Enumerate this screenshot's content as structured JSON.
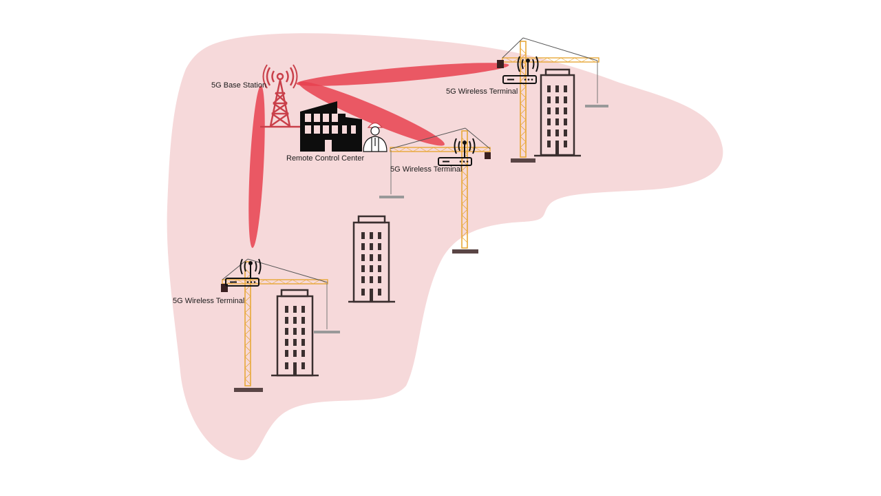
{
  "diagram": {
    "title": "5G Private Network Coverage for Remote Crane Control",
    "colors": {
      "coverage_area": "#f6d9da",
      "beam": "#e8414f",
      "tower": "#c9404a",
      "crane": "#e8a838",
      "building": "#3a2f2f",
      "terminal": "#1a1a1a"
    },
    "nodes": {
      "base_station": {
        "label": "5G Base Station",
        "icon": "cell-tower-icon"
      },
      "control_center": {
        "label": "Remote Control Center",
        "icon": "factory-building-icon",
        "operator_icon": "worker-helmet-icon"
      },
      "terminals": [
        {
          "label": "5G Wireless Terminal",
          "icon": "wireless-router-icon",
          "crane_icon": "tower-crane-icon"
        },
        {
          "label": "5G Wireless Terminal",
          "icon": "wireless-router-icon",
          "crane_icon": "tower-crane-icon"
        },
        {
          "label": "5G Wireless Terminal",
          "icon": "wireless-router-icon",
          "crane_icon": "tower-crane-icon"
        }
      ]
    },
    "buildings_count": 3
  }
}
